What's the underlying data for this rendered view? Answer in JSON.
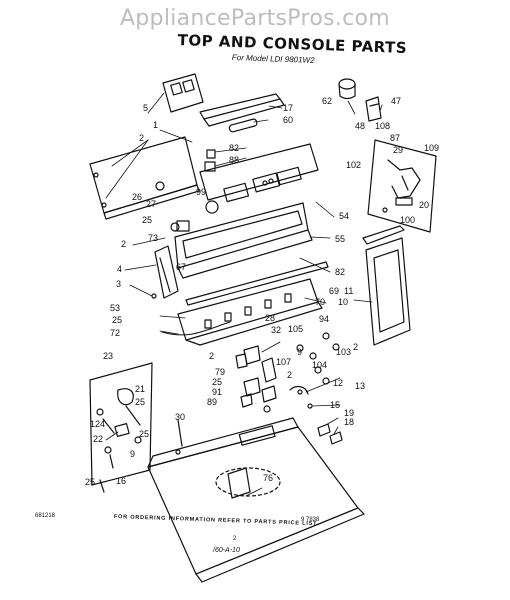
{
  "watermark": "AppliancePartsPros.com",
  "diagram": {
    "title": "TOP AND CONSOLE PARTS",
    "subtitle": "For Model LDI 9801W2",
    "footer": "FOR ORDERING INFORMATION REFER TO PARTS PRICE LIST",
    "left_code": "681218",
    "right_code": "9 7838",
    "page_marker": "2",
    "handwritten": "/60-A-10"
  },
  "part_labels": [
    "5",
    "1",
    "17",
    "60",
    "62",
    "47",
    "2",
    "48",
    "108",
    "82",
    "88",
    "87",
    "29",
    "109",
    "102",
    "27",
    "26",
    "99",
    "25",
    "54",
    "100",
    "20",
    "73",
    "55",
    "2",
    "4",
    "67",
    "3",
    "82",
    "69",
    "11",
    "53",
    "70",
    "10",
    "25",
    "28",
    "72",
    "32",
    "105",
    "94",
    "2",
    "23",
    "2",
    "9",
    "104",
    "103",
    "107",
    "79",
    "21",
    "25",
    "2",
    "12",
    "13",
    "91",
    "89",
    "25",
    "15",
    "124",
    "22",
    "25",
    "9",
    "30",
    "19",
    "18",
    "25",
    "16",
    "76"
  ]
}
